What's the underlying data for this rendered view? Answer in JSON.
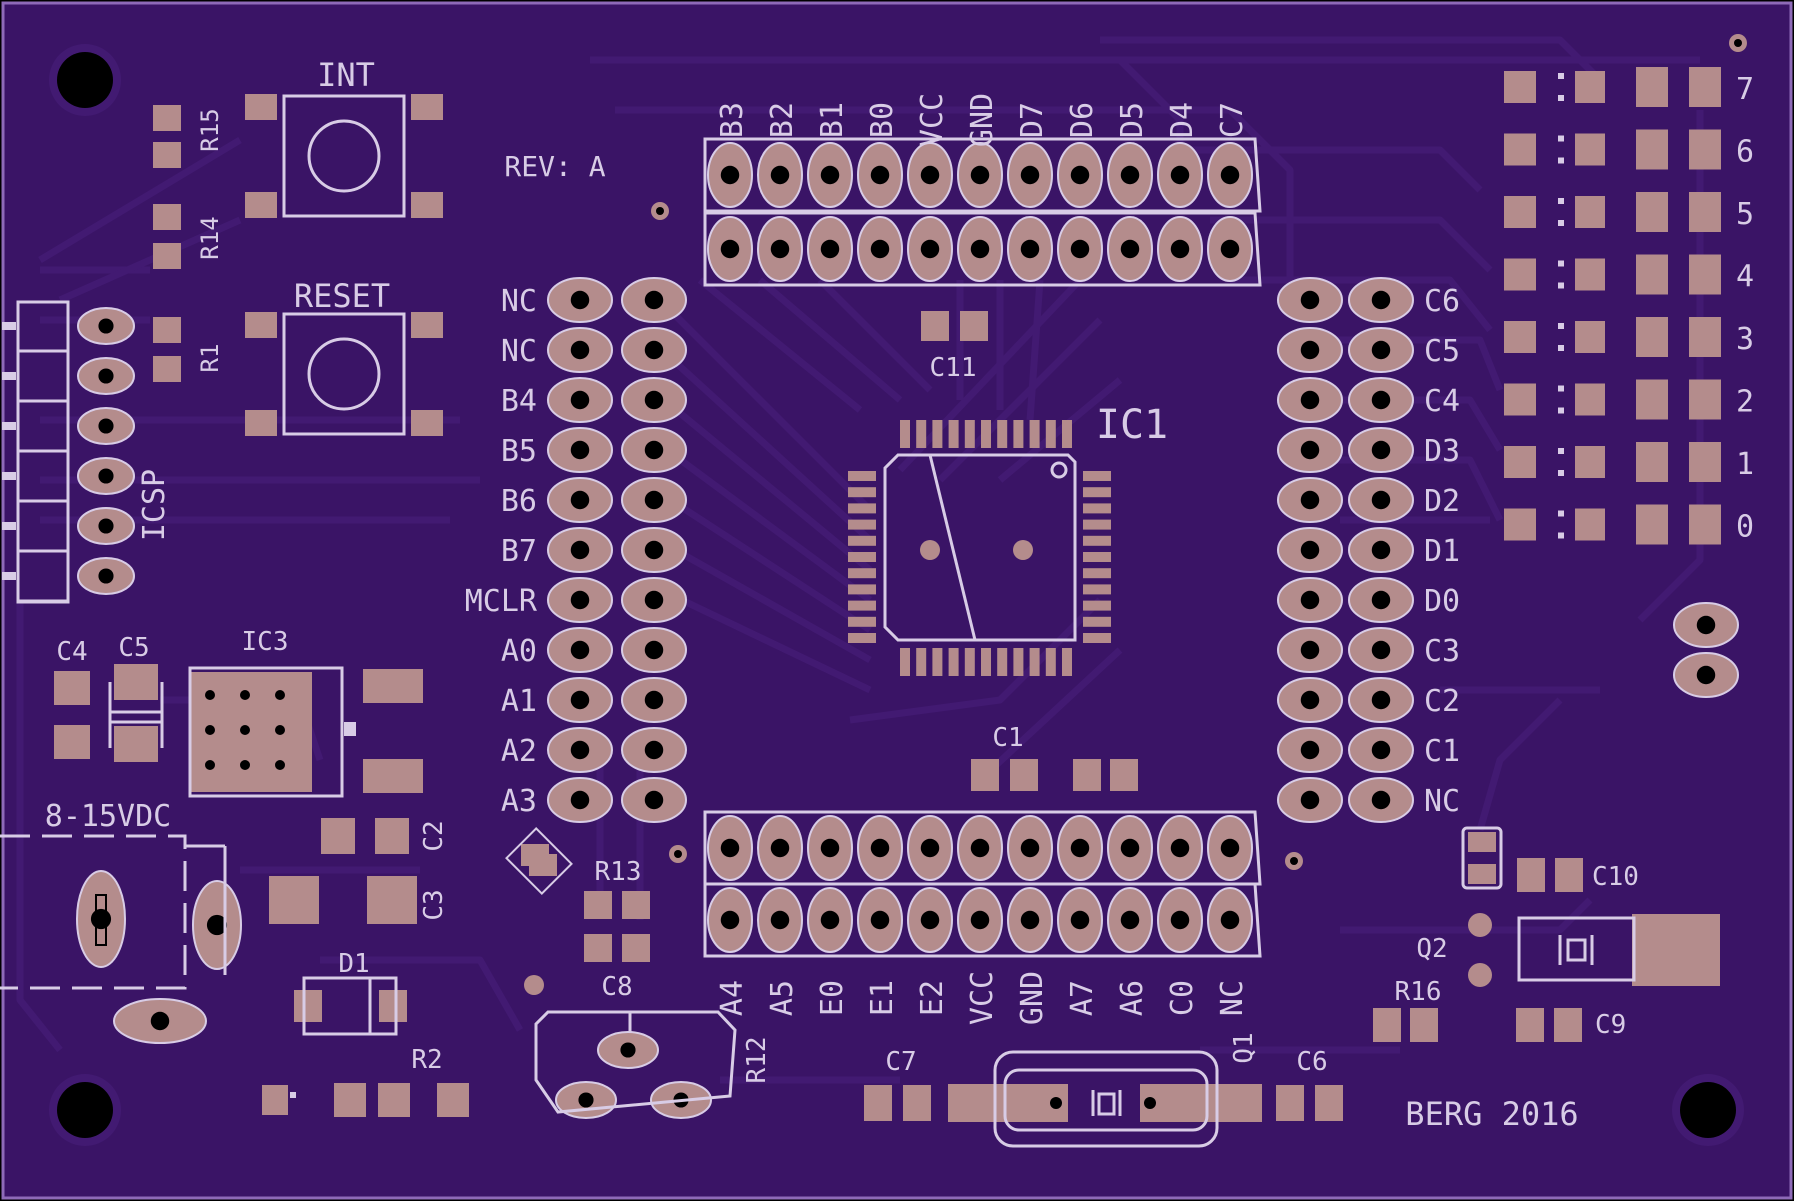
{
  "colors": {
    "board": "#3a1466",
    "trace": "#421a72",
    "silk": "#d8cce6",
    "pad": "#b48c8c",
    "hole": "#000000",
    "edge": "#8e6ab8"
  },
  "title_labels": {
    "int_button": "INT",
    "reset_button": "RESET",
    "revision": "REV: A",
    "main_ic": "IC1",
    "icsp": "ICSP",
    "power_input": "8-15VDC",
    "credit": "BERG 2016"
  },
  "component_labels": {
    "r15": "R15",
    "r14": "R14",
    "r1": "R1",
    "r2": "R2",
    "r12": "R12",
    "r13": "R13",
    "r16": "R16",
    "c1": "C1",
    "c2": "C2",
    "c3": "C3",
    "c4": "C4",
    "c5": "C5",
    "c6": "C6",
    "c7": "C7",
    "c8": "C8",
    "c9": "C9",
    "c10": "C10",
    "c11": "C11",
    "ic3": "IC3",
    "d1": "D1",
    "q1": "Q1",
    "q2": "Q2"
  },
  "header_top_labels": [
    "B3",
    "B2",
    "B1",
    "B0",
    "VCC",
    "GND",
    "D7",
    "D6",
    "D5",
    "D4",
    "C7"
  ],
  "header_bottom_labels": [
    "A4",
    "A5",
    "E0",
    "E1",
    "E2",
    "VCC",
    "GND",
    "A7",
    "A6",
    "C0",
    "NC"
  ],
  "header_left_labels": [
    "NC",
    "NC",
    "B4",
    "B5",
    "B6",
    "B7",
    "MCLR",
    "A0",
    "A1",
    "A2",
    "A3"
  ],
  "header_right_labels": [
    "C6",
    "C5",
    "C4",
    "D3",
    "D2",
    "D1",
    "D0",
    "C3",
    "C2",
    "C1",
    "NC"
  ],
  "led_labels": [
    "7",
    "6",
    "5",
    "4",
    "3",
    "2",
    "1",
    "0"
  ]
}
